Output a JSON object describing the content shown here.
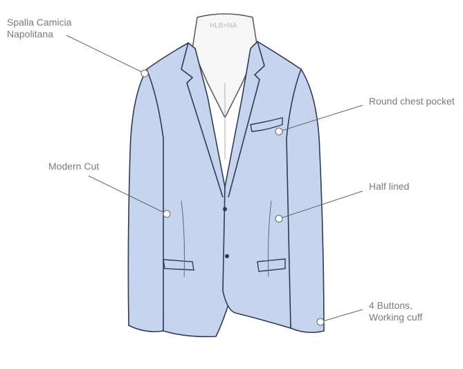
{
  "watermark": "HLB+NA",
  "colors": {
    "jacket": "#c6d4ee",
    "outline": "#2e3a55",
    "text": "#7a7a7a",
    "leader": "#666666"
  },
  "callouts": [
    {
      "id": "shoulder",
      "lines": [
        "Spalla Camicia",
        "Napolitana"
      ]
    },
    {
      "id": "pocket",
      "lines": [
        "Round chest pocket"
      ]
    },
    {
      "id": "cut",
      "lines": [
        "Modern Cut"
      ]
    },
    {
      "id": "lining",
      "lines": [
        "Half lined"
      ]
    },
    {
      "id": "cuff",
      "lines": [
        "4 Buttons,",
        "Working cuff"
      ]
    }
  ]
}
